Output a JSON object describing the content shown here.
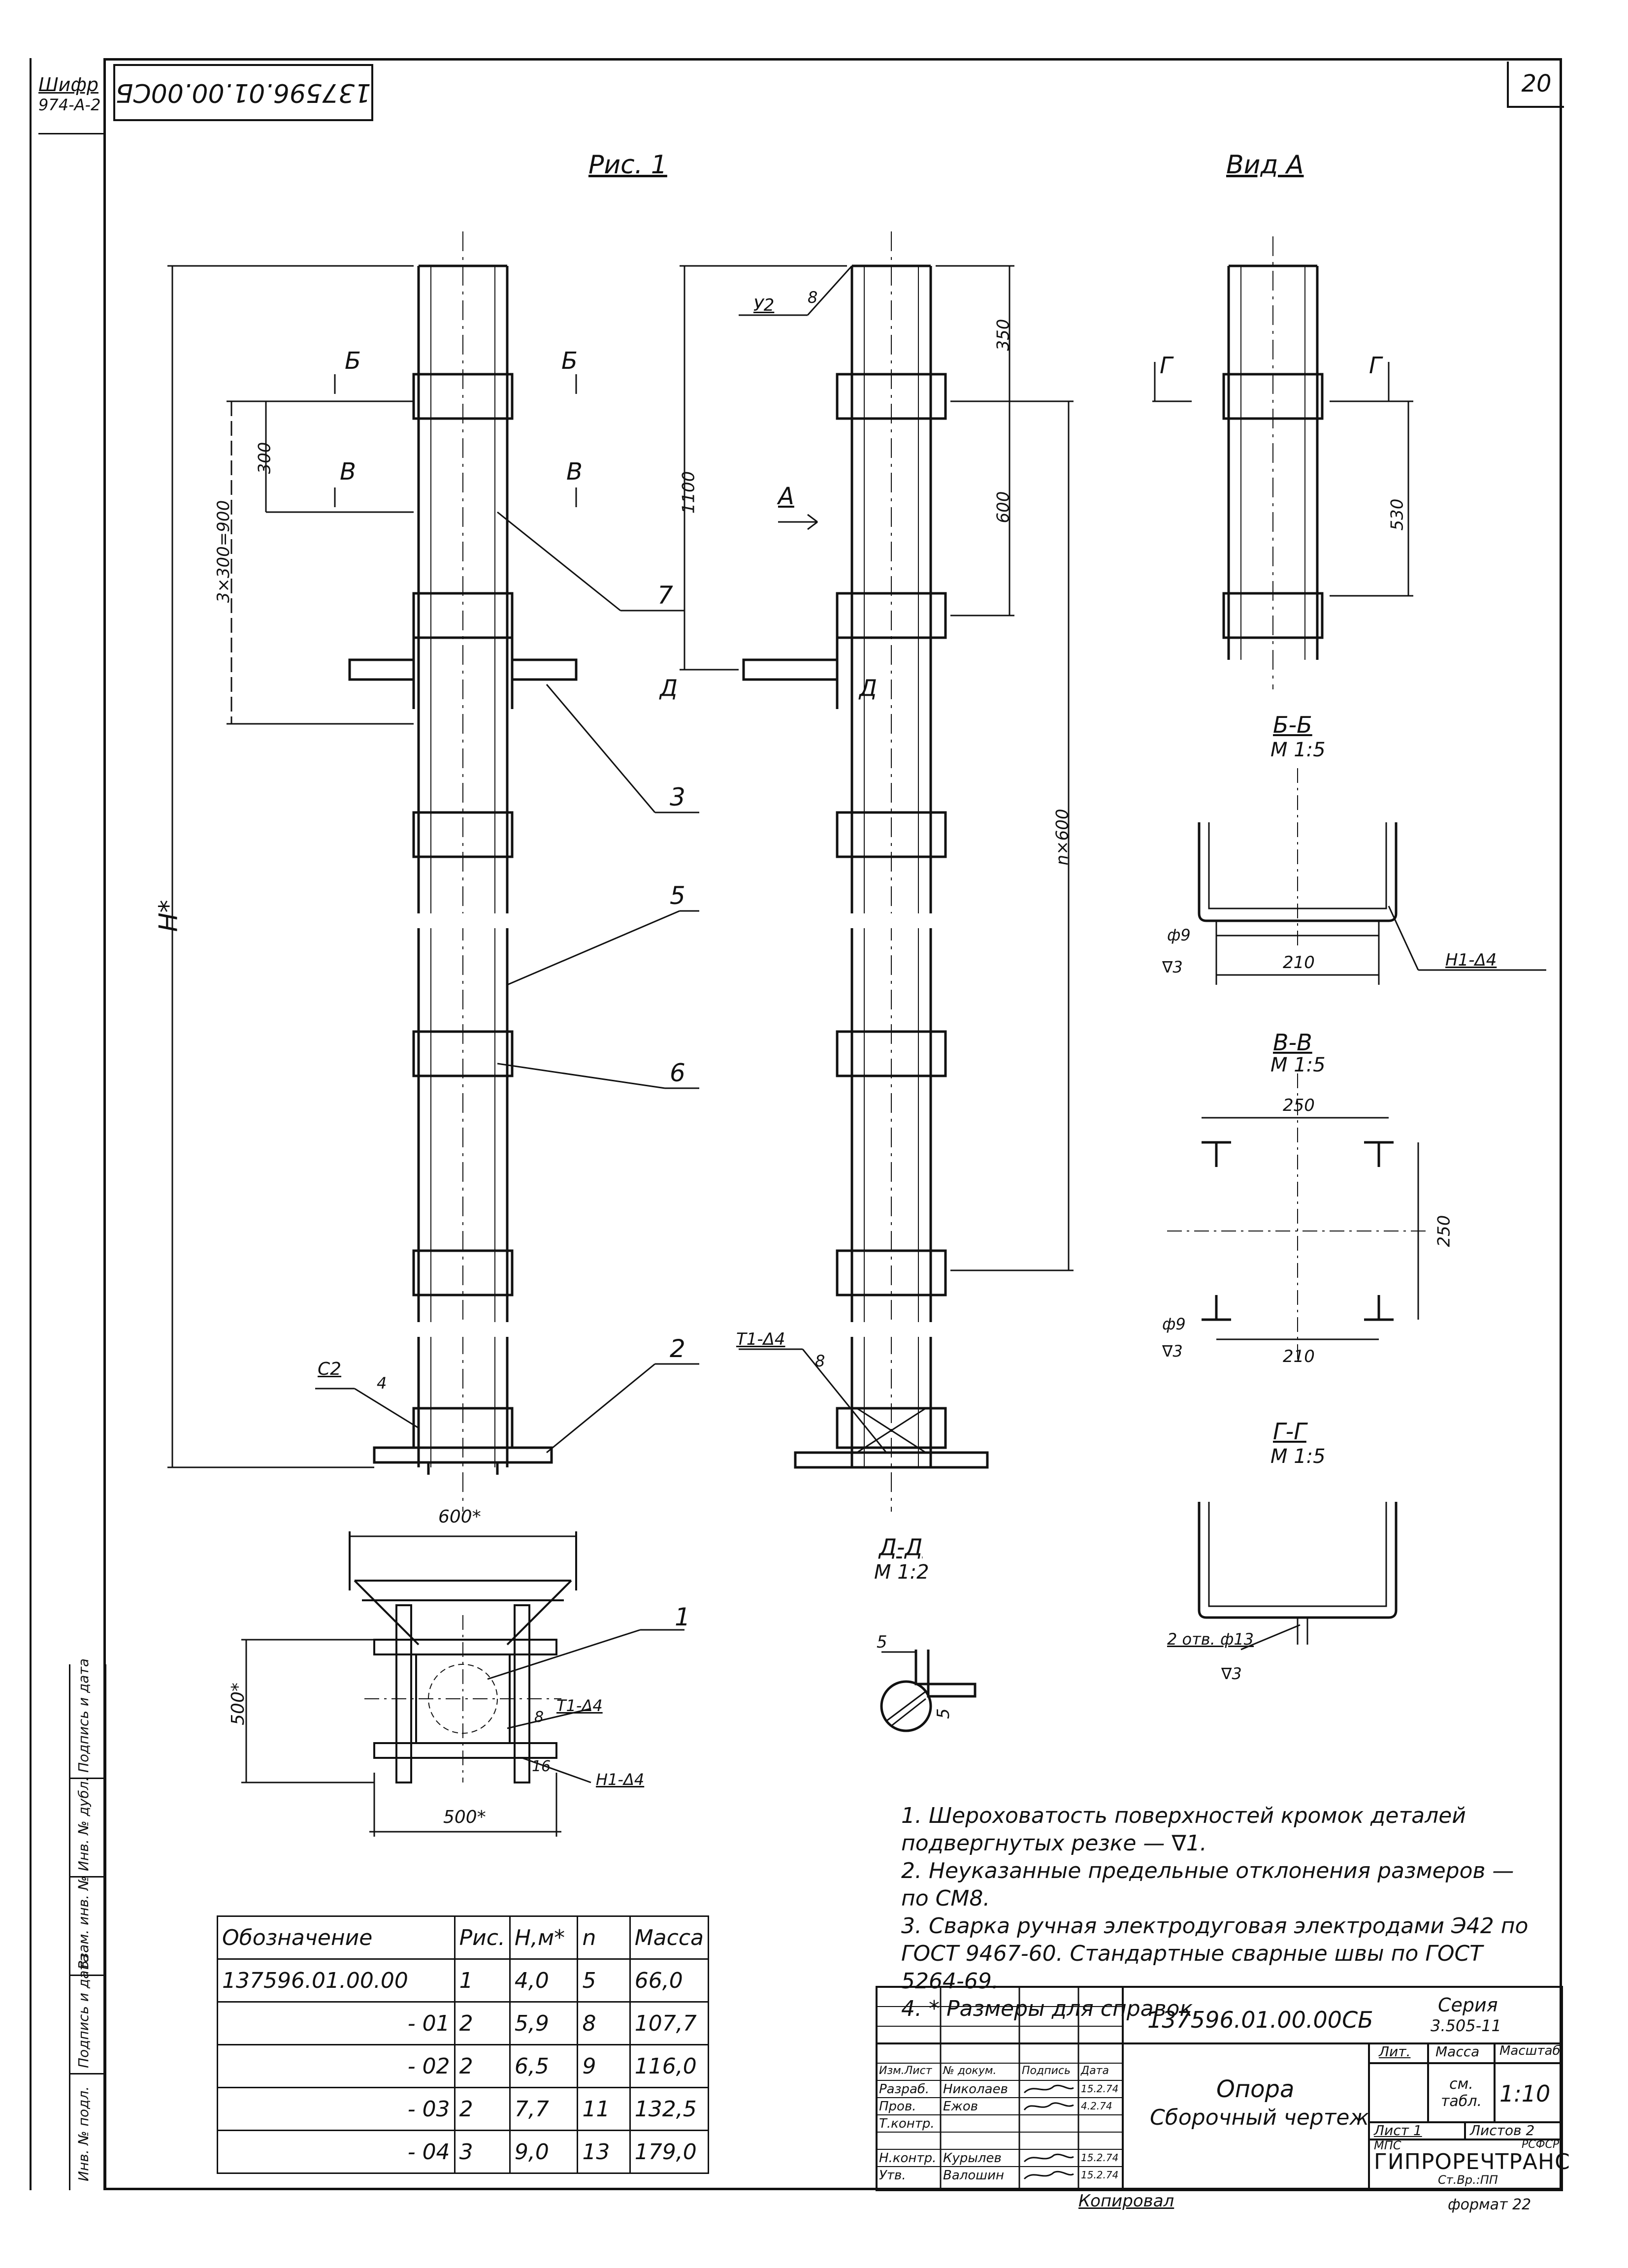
{
  "sheet": {
    "number": "20",
    "cipher_label": "Шифр",
    "cipher_value": "974-А-2",
    "mirrored_code": "137596.01.00.00СБ",
    "format": "формат 22",
    "copied": "Копировал"
  },
  "captions": {
    "fig1": "Рис. 1",
    "view_a": "Вид А",
    "section_bb": "Б-Б",
    "section_bb_scale": "М 1:5",
    "section_vv": "В-В",
    "section_vv_scale": "М 1:5",
    "section_gg": "Г-Г",
    "section_gg_scale": "М 1:5",
    "section_dd": "Д-Д",
    "section_dd_scale": "М 1:2"
  },
  "labels": {
    "b": "Б",
    "v": "В",
    "g": "Г",
    "a": "А",
    "d": "Д",
    "h": "Н*",
    "dim_300": "300",
    "dim_3x300": "3×300=900",
    "dim_1100": "1100",
    "dim_350": "350",
    "dim_600": "600",
    "dim_nx600": "n×600",
    "dim_530": "530",
    "dim_210": "210",
    "dim_250": "250",
    "dim_600s": "600*",
    "dim_500s": "500*",
    "weld_y2": "У2",
    "weld_8": "8",
    "c2": "С2",
    "c2_4": "4",
    "t1_d4": "Т1-Δ4",
    "h1_d4": "Н1-Δ4",
    "n16": "16",
    "phi9": "ф9",
    "phi13": "2 отв. ф13",
    "rough3": "∇3",
    "dd_5a": "5",
    "dd_5b": "5",
    "pos1": "1",
    "pos2": "2",
    "pos3": "3",
    "pos5": "5",
    "pos6": "6",
    "pos7": "7"
  },
  "notes": [
    "1. Шероховатость поверхностей кромок деталей подвергнутых резке — ∇1.",
    "2. Неуказанные предельные отклонения размеров — по СМ8.",
    "3. Сварка ручная электродуговая электродами Э42 по ГОСТ 9467-60. Стандартные сварные швы по ГОСТ 5264-69.",
    "4. * Размеры для справок."
  ],
  "spec_table": {
    "headers": [
      "Обозначение",
      "Рис.",
      "Н,м*",
      "n",
      "Масса"
    ],
    "rows": [
      [
        "137596.01.00.00",
        "1",
        "4,0",
        "5",
        "66,0"
      ],
      [
        "- 01",
        "2",
        "5,9",
        "8",
        "107,7"
      ],
      [
        "- 02",
        "2",
        "6,5",
        "9",
        "116,0"
      ],
      [
        "- 03",
        "2",
        "7,7",
        "11",
        "132,5"
      ],
      [
        "- 04",
        "3",
        "9,0",
        "13",
        "179,0"
      ]
    ]
  },
  "title_block": {
    "doc_code": "137596.01.00.00СБ",
    "series_label": "Серия",
    "series_value": "3.505-11",
    "title_line1": "Опора",
    "title_line2": "Сборочный чертеж",
    "lit": "Лит.",
    "mass": "Масса",
    "scale_label": "Масштаб",
    "mass_value": "см. табл.",
    "scale_value": "1:10",
    "sheet": "Лист 1",
    "sheets": "Листов 2",
    "org_top_left": "МПС",
    "org_top_right": "РСФСР",
    "org": "ГИПРОРЕЧТРАНС",
    "org_sub": "Ст.Вр.:ПП",
    "roles": [
      {
        "role": "Изм.Лист",
        "name": "№ докум.",
        "sign": "Подпись",
        "date": "Дата"
      },
      {
        "role": "Разраб.",
        "name": "Николаев",
        "sign": "",
        "date": "15.2.74"
      },
      {
        "role": "Пров.",
        "name": "Ежов",
        "sign": "",
        "date": "4.2.74"
      },
      {
        "role": "Т.контр.",
        "name": "",
        "sign": "",
        "date": ""
      },
      {
        "role": "",
        "name": "",
        "sign": "",
        "date": ""
      },
      {
        "role": "Н.контр.",
        "name": "Курылев",
        "sign": "",
        "date": "15.2.74"
      },
      {
        "role": "Утв.",
        "name": "Валошин",
        "sign": "",
        "date": "15.2.74"
      }
    ]
  },
  "side_stamps": [
    "Инв. № подл.",
    "Подпись и дата",
    "Взам. инв. №",
    "Инв. № дубл.",
    "Подпись и дата"
  ]
}
